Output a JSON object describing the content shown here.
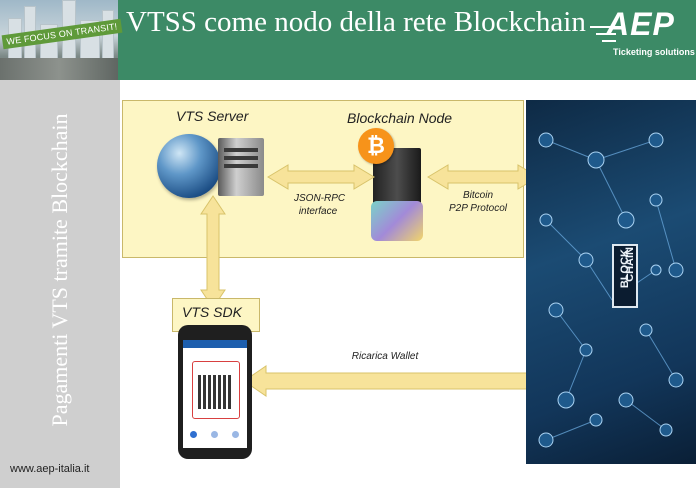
{
  "header": {
    "title": "VTSS come nodo della rete Blockchain",
    "banner": "WE FOCUS ON TRANSIT!",
    "logo": "AEP",
    "logo_subtitle": "Ticketing solutions"
  },
  "sidebar": {
    "vertical_title": "Pagamenti VTS tramite Blockchain",
    "website": "www.aep-italia.it"
  },
  "diagram": {
    "vts_server": "VTS Server",
    "blockchain_node": "Blockchain Node",
    "json_rpc": "JSON-RPC",
    "interface": "interface",
    "bitcoin": "Bitcoin",
    "p2p_protocol": "P2P Protocol",
    "vts_sdk": "VTS SDK",
    "ricarica_wallet": "Ricarica Wallet",
    "blockchain_word_1": "BLOCK",
    "blockchain_word_2": "CHAIN"
  },
  "colors": {
    "header_green": "#3c8a66",
    "box_yellow": "#fdf6c4",
    "arrow_yellow": "#f7e39a",
    "bitcoin_orange": "#f7931a"
  }
}
